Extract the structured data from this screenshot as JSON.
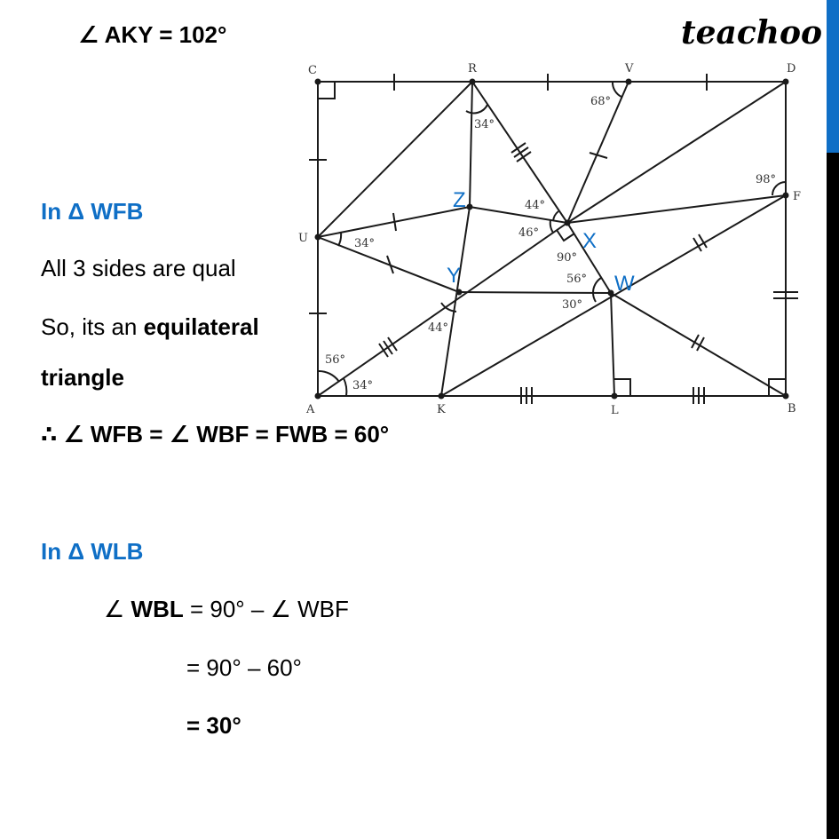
{
  "solution": {
    "line_aky": "∠ AKY = 102°",
    "wfb_heading": "In Δ WFB",
    "wfb_sides": "All 3 sides are qual",
    "wfb_so_prefix": "So, its an ",
    "wfb_so_bold": "equilateral",
    "wfb_triangle": "triangle",
    "wfb_conclusion": "∴ ∠ WFB = ∠ WBF = FWB = 60°",
    "wlb_heading": "In Δ WLB",
    "wbl_angle_symbol": "∠ ",
    "wbl_name": "WBL",
    "wbl_rhs": " = 90° – ∠ WBF",
    "wbl_step2": "= 90° – 60°",
    "wbl_result": "= 30°"
  },
  "brand": {
    "logo_text": "teachoo",
    "accent_color": "#0f6fc6",
    "sidebar_dark": "#000000"
  },
  "figure": {
    "points": {
      "C": "C",
      "R": "R",
      "V": "V",
      "D": "D",
      "U": "U",
      "F": "F",
      "A": "A",
      "K": "K",
      "L": "L",
      "B": "B"
    },
    "highlighted_points": {
      "Z": "Z",
      "X": "X",
      "Y": "Y",
      "W": "W"
    },
    "angles": {
      "R_top": "34°",
      "V_left": "68°",
      "F_top": "98°",
      "X_upper": "44°",
      "X_left": "46°",
      "X_right": "90°",
      "U_right": "34°",
      "W_upper": "56°",
      "W_lower": "30°",
      "Y_lower": "44°",
      "A_upper": "56°",
      "A_lower": "34°"
    }
  }
}
